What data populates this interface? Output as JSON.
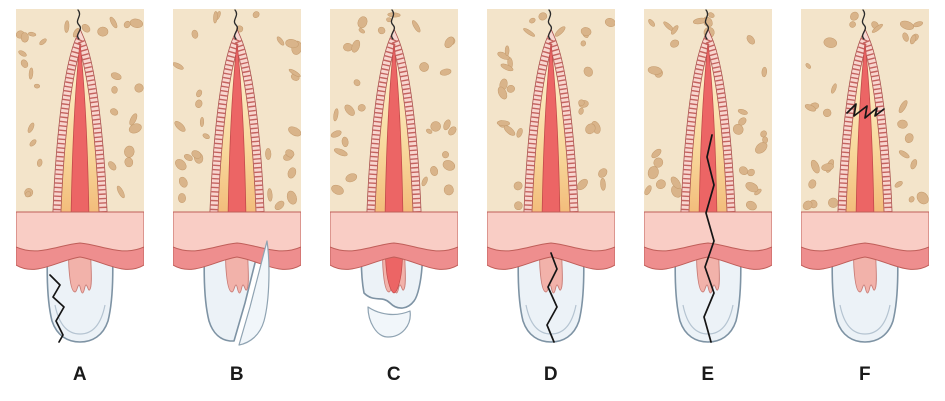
{
  "figure": {
    "description": "Dental trauma diagram: six sagittal tooth sections (root up, crown down) showing different fracture types",
    "background": "#ffffff"
  },
  "panels": [
    {
      "label": "A",
      "crown": "intact",
      "fragment": false,
      "pulp_exposed": false,
      "fracture_points": [
        [
          34,
          266
        ],
        [
          44,
          276
        ],
        [
          37,
          288
        ],
        [
          48,
          298
        ],
        [
          40,
          312
        ],
        [
          47,
          326
        ],
        [
          43,
          333
        ]
      ]
    },
    {
      "label": "B",
      "crown": "corner-missing-right",
      "fragment": true,
      "pulp_exposed": false,
      "fracture_points": []
    },
    {
      "label": "C",
      "crown": "bottom-missing",
      "fragment": true,
      "pulp_exposed": true,
      "fracture_points": []
    },
    {
      "label": "D",
      "crown": "intact",
      "fragment": false,
      "pulp_exposed": false,
      "fracture_points": [
        [
          67,
          333
        ],
        [
          60,
          316
        ],
        [
          70,
          298
        ],
        [
          61,
          278
        ],
        [
          70,
          260
        ],
        [
          64,
          244
        ]
      ]
    },
    {
      "label": "E",
      "crown": "intact",
      "fragment": false,
      "pulp_exposed": false,
      "fracture_points": [
        [
          67,
          333
        ],
        [
          60,
          308
        ],
        [
          70,
          284
        ],
        [
          61,
          258
        ],
        [
          70,
          232
        ],
        [
          62,
          204
        ],
        [
          70,
          176
        ],
        [
          63,
          148
        ],
        [
          68,
          126
        ]
      ]
    },
    {
      "label": "F",
      "crown": "intact",
      "fragment": false,
      "pulp_exposed": false,
      "fracture_points": [
        [
          46,
          104
        ],
        [
          55,
          95
        ],
        [
          53,
          107
        ],
        [
          66,
          97
        ],
        [
          64,
          109
        ],
        [
          76,
          99
        ],
        [
          74,
          107
        ],
        [
          83,
          100
        ]
      ]
    }
  ],
  "colors": {
    "bone_bg": "#f3e4ca",
    "bone_blob": "#d9b48a",
    "bone_blob_edge": "#c49a6c",
    "ligament_edge": "#a8504c",
    "ligament_light": "#f8d6cf",
    "ligament_rung": "#c4625e",
    "root_top": "#fdf4d8",
    "root_mid": "#f8d89c",
    "root_bottom": "#f0b06c",
    "pulp": "#ec6565",
    "pulp_stroke": "#c24a4a",
    "gum_light": "#f9cdc5",
    "gum_dark": "#ee8e8e",
    "gum_stroke": "#bf5e59",
    "crown_fill": "#ecf2f7",
    "crown_stroke": "#7e93a4",
    "crown_inner": "#b5c4d1",
    "chamber_fill": "#f2b2aa",
    "chamber_stroke": "#c97d77",
    "crack": "#151515",
    "nerve": "#2a2a2a"
  }
}
